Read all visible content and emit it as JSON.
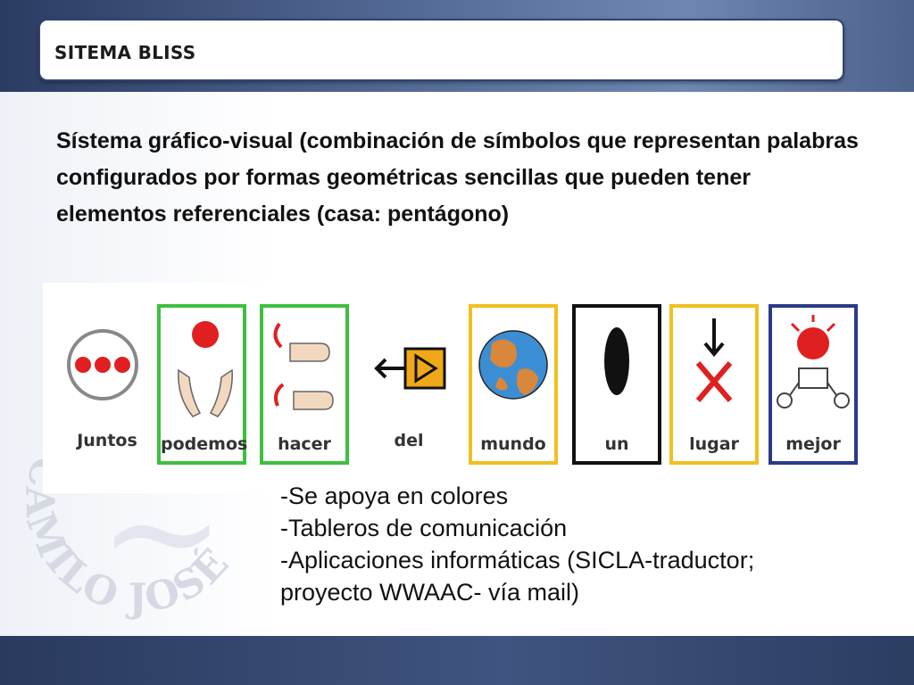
{
  "slide": {
    "title": "SITEMA BLISS",
    "paragraph": "Sístema gráfico-visual (combinación de símbolos que representan palabras configurados por formas geométricas sencillas que pueden tener elementos referenciales (casa: pentágono)",
    "watermark_text": "CAMILO JOSÉ CELA"
  },
  "bliss_cards": [
    {
      "label": "Juntos",
      "icon": "three-dots-circle",
      "border": "none"
    },
    {
      "label": "podemos",
      "icon": "raised-hands-ball",
      "border": "#3fbf3f"
    },
    {
      "label": "hacer",
      "icon": "working-hands",
      "border": "#3fbf3f"
    },
    {
      "label": "del",
      "icon": "arrow-from-triangle",
      "border": "none"
    },
    {
      "label": "mundo",
      "icon": "globe",
      "border": "#f0c020"
    },
    {
      "label": "un",
      "icon": "black-ellipse",
      "border": "#111111"
    },
    {
      "label": "lugar",
      "icon": "arrow-down-red-x",
      "border": "#f0c020"
    },
    {
      "label": "mejor",
      "icon": "better-person",
      "border": "#2a3a8a"
    }
  ],
  "bullets": [
    "-Se apoya en colores",
    "-Tableros de comunicación",
    "-Aplicaciones informáticas (SICLA-traductor; proyecto WWAAC- vía mail)"
  ],
  "colors": {
    "band_dark": "#2b3c63",
    "band_light": "#6f86b3",
    "green_border": "#3fbf3f",
    "yellow_border": "#f0c020",
    "blue_border": "#2a3a8a",
    "red": "#e02020"
  }
}
